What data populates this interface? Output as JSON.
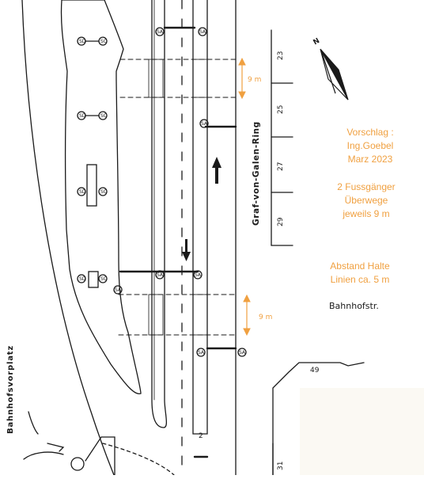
{
  "colors": {
    "ink": "#1a1a1a",
    "annotation": "#f0a040",
    "paper": "#ffffff",
    "inset": "#fbf9f3"
  },
  "map": {
    "street_ring": "Graf-von-Galen-Ring",
    "station_square": "Bahnhofsvorplatz",
    "street_bahnhof": "Bahnhofstr.",
    "house_numbers": {
      "n23": "23",
      "n25": "25",
      "n27": "27",
      "n29": "29",
      "n31": "31",
      "n49": "49"
    },
    "north_label": "N",
    "stop_codes": {
      "sa": "SA",
      "sd": "SD",
      "sc": "SC",
      "lane_num": "2"
    }
  },
  "annotations": {
    "crossing_width_top": "9 m",
    "crossing_width_bottom": "9 m",
    "proposal": [
      "Vorschlag :",
      "Ing.Goebel",
      "Marz 2023"
    ],
    "crossings": [
      "2 Fussgänger",
      "Überwege",
      "jeweils 9 m"
    ],
    "spacing": [
      "Abstand Halte",
      "Linien ca. 5 m"
    ]
  }
}
